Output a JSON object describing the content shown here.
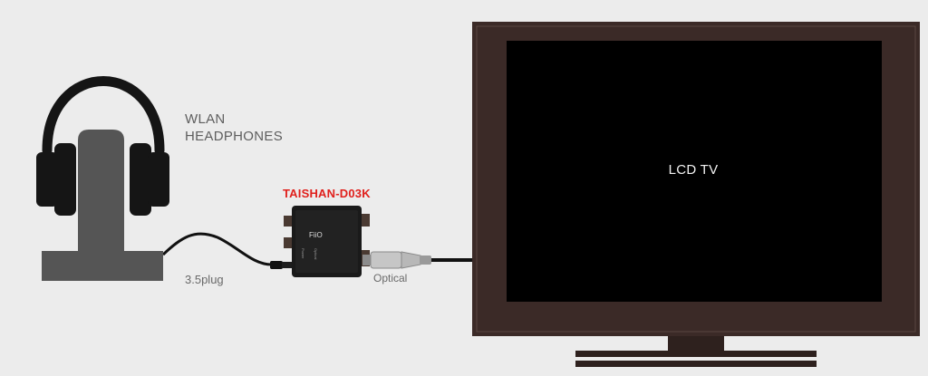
{
  "headphones": {
    "label_line1": "WLAN",
    "label_line2": "HEADPHONES"
  },
  "device": {
    "label": "TAISHAN-D03K",
    "label_color": "#e0201c",
    "brand": "FiiO",
    "panel_text_left": "Power",
    "panel_text_right": "Optical"
  },
  "connections": {
    "plug_label": "3.5plug",
    "optical_label": "Optical"
  },
  "tv": {
    "label": "LCD TV",
    "frame_color": "#3b2a27",
    "screen_color": "#000000"
  },
  "colors": {
    "background": "#ececec",
    "headphones": "#151515",
    "stand": "#555555"
  }
}
